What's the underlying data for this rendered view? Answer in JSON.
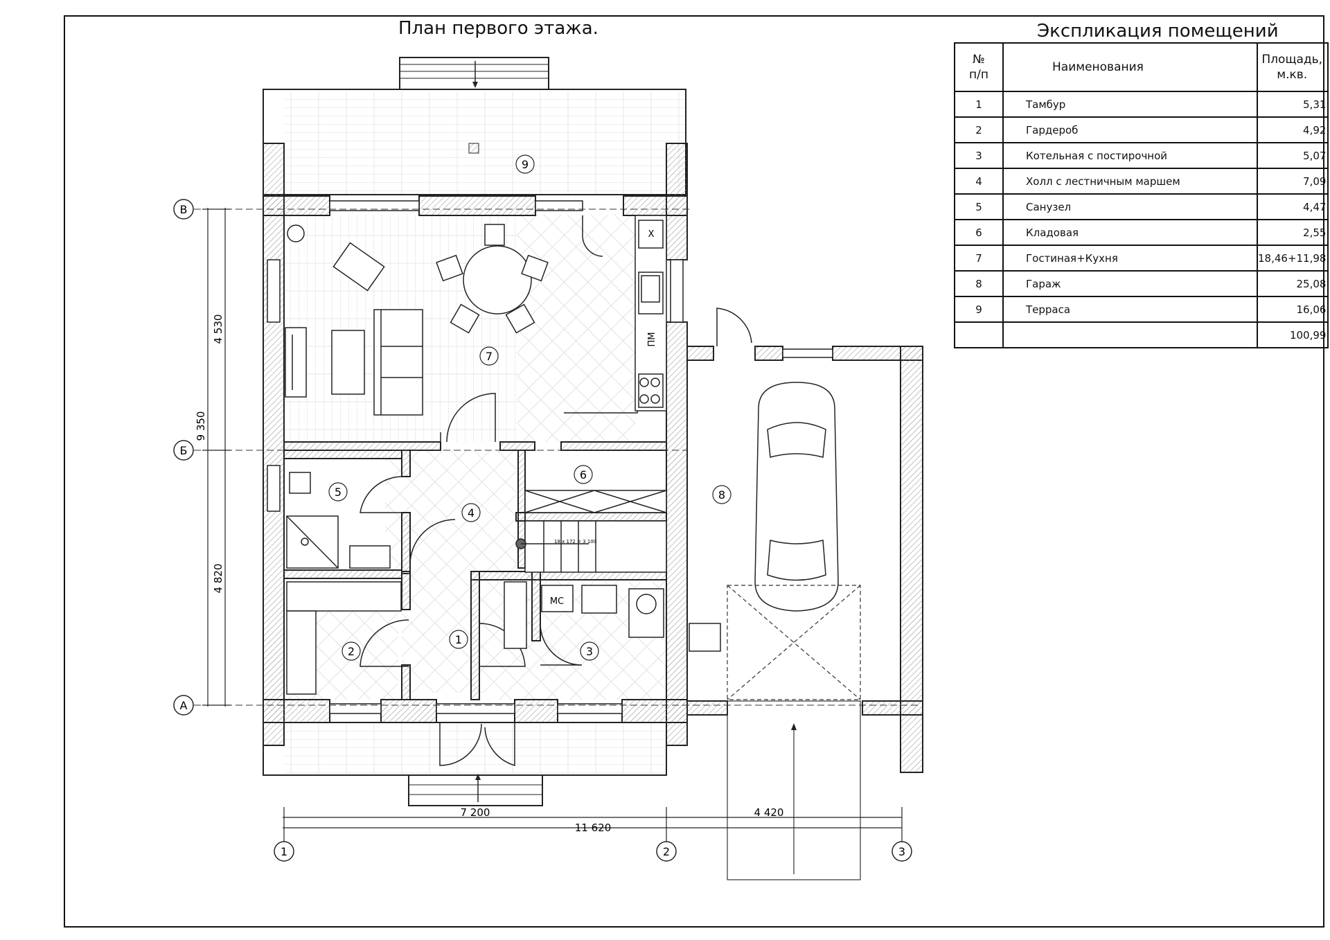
{
  "plan_title": "План первого этажа.",
  "explication": {
    "title": "Экспликация помещений",
    "headers": {
      "number": "№\nп/п",
      "name": "Наименования",
      "area": "Площадь,\nм.кв."
    },
    "rows": [
      {
        "number": "1",
        "name": "Тамбур",
        "area": "5,31"
      },
      {
        "number": "2",
        "name": "Гардероб",
        "area": "4,92"
      },
      {
        "number": "3",
        "name": "Котельная с постирочной",
        "area": "5,07"
      },
      {
        "number": "4",
        "name": "Холл с лестничным маршем",
        "area": "7,09"
      },
      {
        "number": "5",
        "name": "Санузел",
        "area": "4,47"
      },
      {
        "number": "6",
        "name": "Кладовая",
        "area": "2,55"
      },
      {
        "number": "7",
        "name": "Гостиная+Кухня",
        "area": "18,46+11,98"
      },
      {
        "number": "8",
        "name": "Гараж",
        "area": "25,08"
      },
      {
        "number": "9",
        "name": "Терраса",
        "area": "16,06"
      }
    ],
    "total": {
      "number": "",
      "name": "",
      "area": "100,99"
    }
  },
  "axes": {
    "rows": [
      "В",
      "Б",
      "А"
    ],
    "cols": [
      "1",
      "2",
      "3"
    ]
  },
  "dimensions": {
    "vertical_total": "9 350",
    "vertical_upper": "4 530",
    "vertical_lower": "4 820",
    "horizontal_left": "7 200",
    "horizontal_right": "4 420",
    "horizontal_total": "11 620"
  },
  "room_markers": [
    "1",
    "2",
    "3",
    "4",
    "5",
    "6",
    "7",
    "8",
    "9"
  ],
  "fixture_labels": {
    "kitchen_x": "Х",
    "dishwasher": "ПМ",
    "washer": "МС",
    "stair_note": "18 x 172 = 3 100"
  }
}
